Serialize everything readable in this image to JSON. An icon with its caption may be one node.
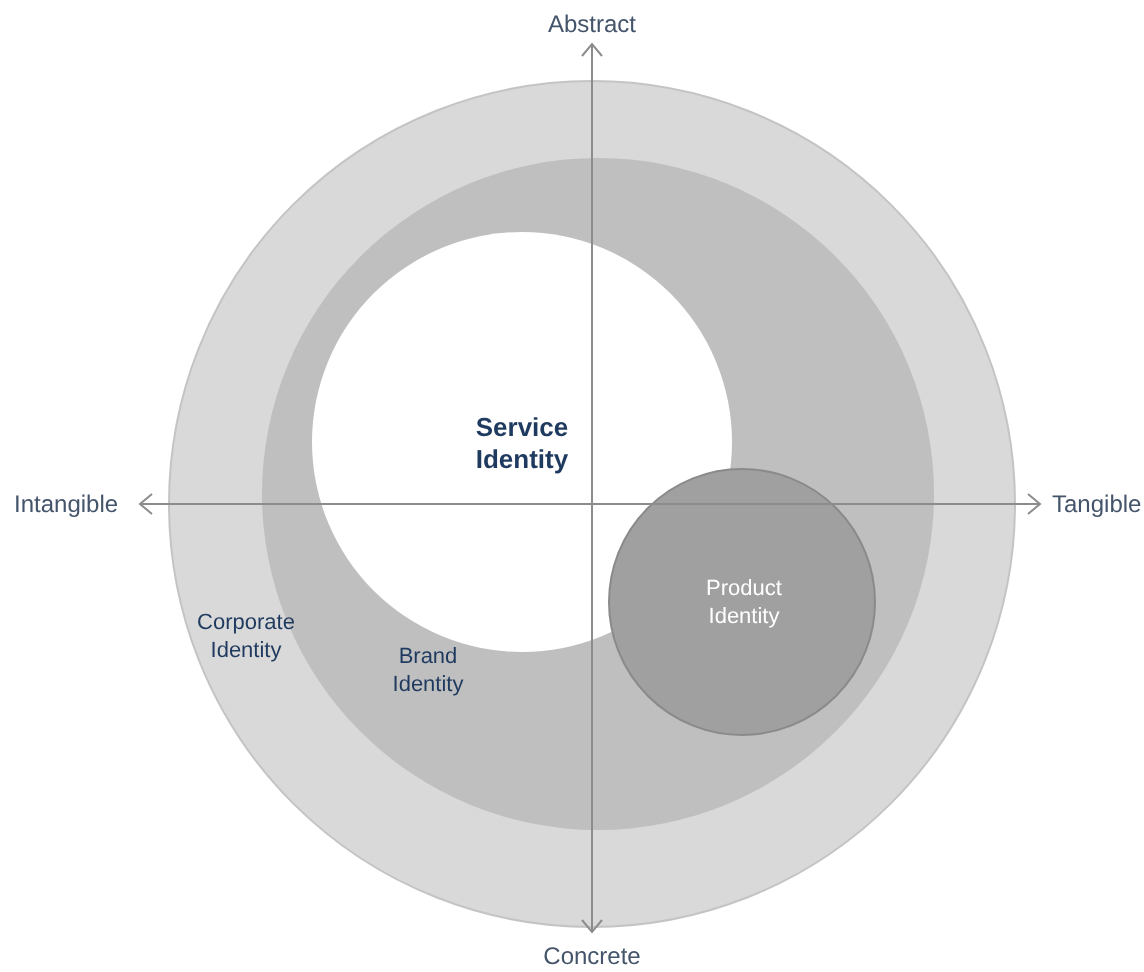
{
  "diagram": {
    "nodes": [
      {
        "text": [
          "Corporate Identity"
        ]
      },
      {
        "text": [
          "Brand Identity"
        ],
        "in": 0
      },
      {
        "text": [
          "Service Identity"
        ],
        "in": 1
      },
      {
        "text": [
          "Product Identity"
        ],
        "in": 1
      }
    ],
    "labels": [
      "Abstract",
      "Intangible",
      "Tangible",
      "Concrete"
    ]
  }
}
